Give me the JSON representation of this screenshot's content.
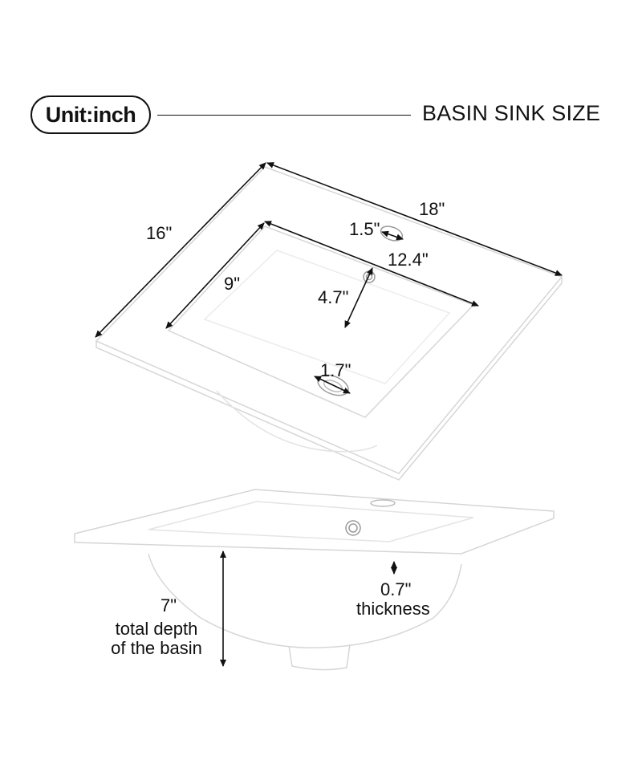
{
  "header": {
    "unit_label": "Unit:inch",
    "title": "BASIN SINK SIZE"
  },
  "dimensions": {
    "outer_length": "18\"",
    "outer_width": "16\"",
    "faucet_hole": "1.5\"",
    "bowl_length": "12.4\"",
    "bowl_width": "9\"",
    "overflow_to_drain": "4.7\"",
    "drain_hole": "1.7\"",
    "thickness_value": "0.7\"",
    "thickness_label": "thickness",
    "depth_value": "7\"",
    "depth_line1": "total depth",
    "depth_line2": "of the basin"
  },
  "colors": {
    "line": "#111111",
    "sink_outline": "#d6d6d6",
    "background": "#ffffff"
  }
}
